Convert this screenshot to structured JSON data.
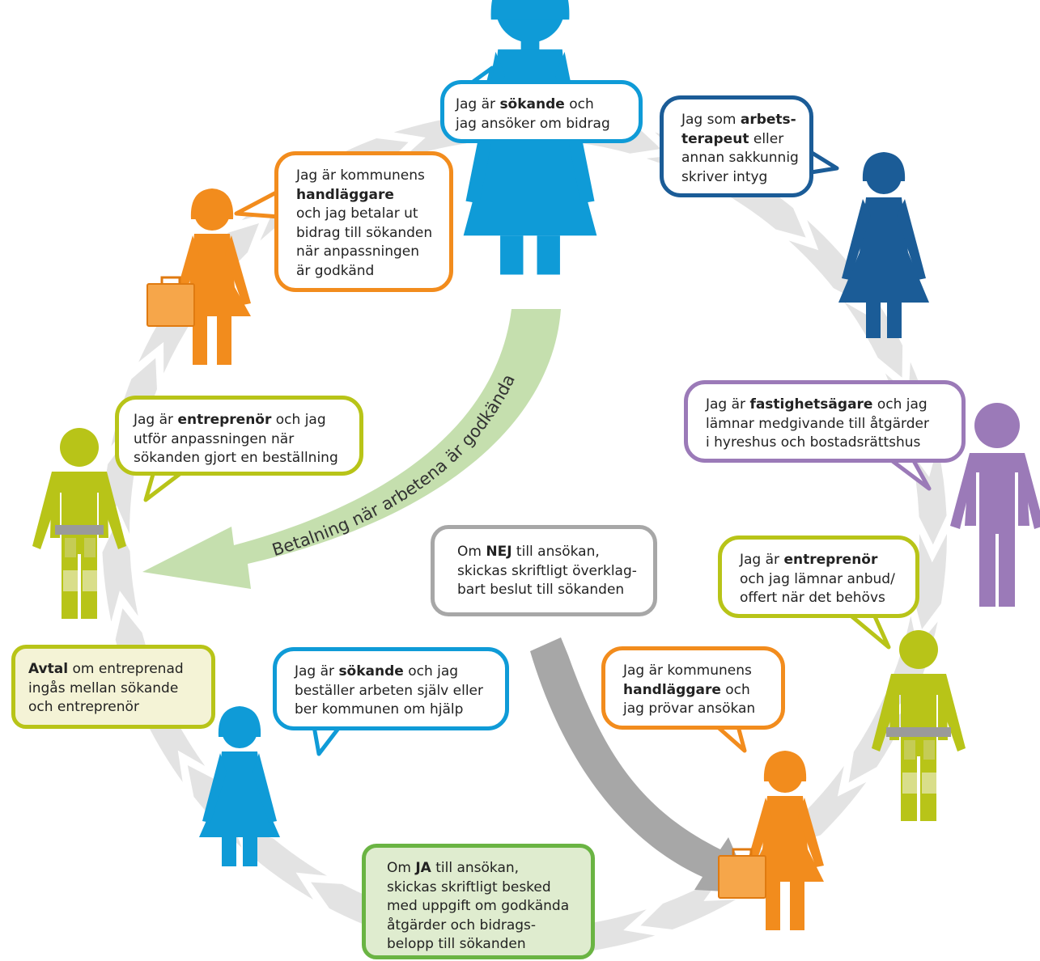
{
  "colors": {
    "blue": "#0f9bd7",
    "dark_blue": "#1b5c97",
    "orange": "#f28c1d",
    "lime": "#b8c418",
    "purple": "#9b7ab8",
    "gray": "#a7a7a7",
    "light_gray": "#e3e3e3",
    "green_arrow": "#c5dfae",
    "green_border": "#6ab443",
    "green_fill": "#dfeccf",
    "cream_fill": "#f4f3d6"
  },
  "bubbles": {
    "sokande_top": {
      "lines": [
        [
          {
            "t": "Jag är "
          },
          {
            "t": "sökande",
            "b": true
          },
          {
            "t": " och"
          }
        ],
        [
          {
            "t": "jag ansöker om bidrag"
          }
        ]
      ]
    },
    "arbetsterapeut": {
      "lines": [
        [
          {
            "t": "Jag som "
          },
          {
            "t": "arbets-",
            "b": true
          }
        ],
        [
          {
            "t": "terapeut",
            "b": true
          },
          {
            "t": " eller"
          }
        ],
        [
          {
            "t": "annan sakkunnig"
          }
        ],
        [
          {
            "t": "skriver intyg"
          }
        ]
      ]
    },
    "handlaggare_top": {
      "lines": [
        [
          {
            "t": "Jag är kommunens"
          }
        ],
        [
          {
            "t": "handläggare",
            "b": true
          }
        ],
        [
          {
            "t": "och jag betalar ut"
          }
        ],
        [
          {
            "t": "bidrag till sökanden"
          }
        ],
        [
          {
            "t": "när anpassningen"
          }
        ],
        [
          {
            "t": "är godkänd"
          }
        ]
      ]
    },
    "fastighetsagare": {
      "lines": [
        [
          {
            "t": "Jag är "
          },
          {
            "t": "fastighetsägare",
            "b": true
          },
          {
            "t": " och jag"
          }
        ],
        [
          {
            "t": "lämnar medgivande till åtgärder"
          }
        ],
        [
          {
            "t": "i hyreshus och bostadsrättshus"
          }
        ]
      ]
    },
    "entreprenor_left": {
      "lines": [
        [
          {
            "t": "Jag är "
          },
          {
            "t": "entreprenör",
            "b": true
          },
          {
            "t": " och jag"
          }
        ],
        [
          {
            "t": "utför anpassningen när"
          }
        ],
        [
          {
            "t": "sökanden gjort en beställning"
          }
        ]
      ]
    },
    "entreprenor_right": {
      "lines": [
        [
          {
            "t": "Jag är "
          },
          {
            "t": "entreprenör",
            "b": true
          }
        ],
        [
          {
            "t": "och jag lämnar anbud/"
          }
        ],
        [
          {
            "t": "offert när det behövs"
          }
        ]
      ]
    },
    "sokande_bottom": {
      "lines": [
        [
          {
            "t": "Jag är "
          },
          {
            "t": "sökande",
            "b": true
          },
          {
            "t": " och jag"
          }
        ],
        [
          {
            "t": "beställer arbeten själv eller"
          }
        ],
        [
          {
            "t": "ber kommunen om hjälp"
          }
        ]
      ]
    },
    "handlaggare_bottom": {
      "lines": [
        [
          {
            "t": "Jag är kommunens"
          }
        ],
        [
          {
            "t": "handläggare",
            "b": true
          },
          {
            "t": " och"
          }
        ],
        [
          {
            "t": "jag prövar ansökan"
          }
        ]
      ]
    }
  },
  "boxes": {
    "nej": {
      "lines": [
        [
          {
            "t": "Om "
          },
          {
            "t": "NEJ",
            "b": true
          },
          {
            "t": " till ansökan,"
          }
        ],
        [
          {
            "t": "skickas skriftligt överklag-"
          }
        ],
        [
          {
            "t": "bart beslut till sökanden"
          }
        ]
      ]
    },
    "avtal": {
      "lines": [
        [
          {
            "t": "Avtal",
            "b": true
          },
          {
            "t": " om entreprenad"
          }
        ],
        [
          {
            "t": "ingås mellan sökande"
          }
        ],
        [
          {
            "t": "och entreprenör"
          }
        ]
      ]
    },
    "ja": {
      "lines": [
        [
          {
            "t": "Om "
          },
          {
            "t": "JA",
            "b": true
          },
          {
            "t": " till ansökan,"
          }
        ],
        [
          {
            "t": "skickas skriftligt besked"
          }
        ],
        [
          {
            "t": "med uppgift om godkända"
          }
        ],
        [
          {
            "t": "åtgärder och bidrags-"
          }
        ],
        [
          {
            "t": "belopp till sökanden"
          }
        ]
      ]
    }
  },
  "arrows": {
    "payment_label": "Betalning när arbetena är godkända"
  },
  "figures": [
    {
      "role": "sokande-top",
      "icon": "woman-figure-icon",
      "color": "blue"
    },
    {
      "role": "arbetsterapeut",
      "icon": "woman-figure-icon",
      "color": "dark_blue"
    },
    {
      "role": "handlaggare-top",
      "icon": "woman-briefcase-figure-icon",
      "color": "orange"
    },
    {
      "role": "fastighetsagare",
      "icon": "man-figure-icon",
      "color": "purple"
    },
    {
      "role": "entreprenor-left",
      "icon": "worker-figure-icon",
      "color": "lime"
    },
    {
      "role": "entreprenor-right",
      "icon": "worker-figure-icon",
      "color": "lime"
    },
    {
      "role": "sokande-bottom",
      "icon": "woman-figure-icon",
      "color": "blue"
    },
    {
      "role": "handlaggare-bottom",
      "icon": "woman-briefcase-figure-icon",
      "color": "orange"
    }
  ]
}
